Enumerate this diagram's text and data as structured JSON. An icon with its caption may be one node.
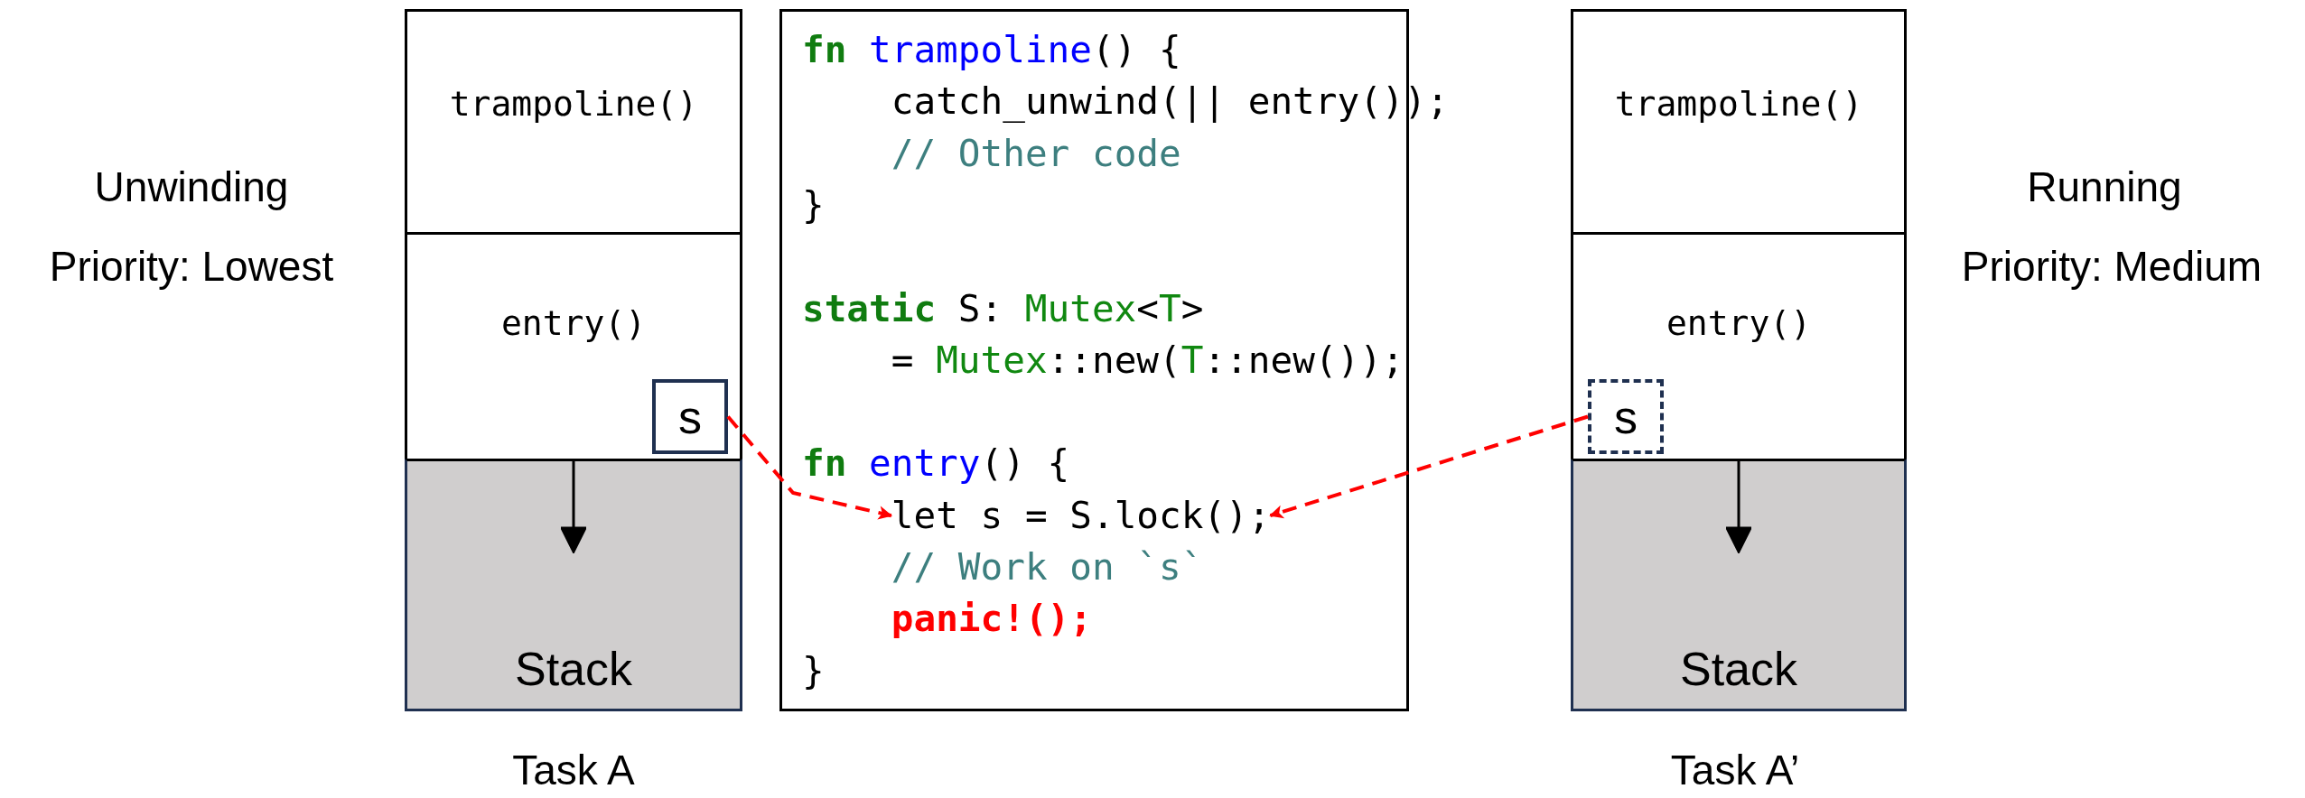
{
  "diagram": {
    "nodes": [
      {
        "text": [
          "trampoline()"
        ]
      },
      {
        "text": [
          "entry()"
        ]
      },
      {
        "text": [
          "s"
        ],
        "in": 1
      },
      {
        "text": [
          "Stack"
        ]
      },
      {
        "text": [
          "fn trampoline() {",
          "catch_unwind(|| entry());",
          "// Other code",
          "}",
          "static S: Mutex<T>",
          "= Mutex::new(T::new());",
          "fn entry() {",
          "// Work on `s`",
          "panic!();",
          "}"
        ]
      },
      {
        "text": [
          "let s = S.lock();"
        ],
        "in": 4
      },
      {
        "text": [
          "trampoline()"
        ]
      },
      {
        "text": [
          "entry()"
        ]
      },
      {
        "text": [
          "s"
        ],
        "in": 7
      },
      {
        "text": [
          "Stack"
        ]
      }
    ],
    "edges": [
      {
        "from": 2,
        "to": 5,
        "arrow": "to",
        "style": "dashed",
        "color": "#ff0000"
      },
      {
        "from": 8,
        "to": 5,
        "arrow": "to",
        "style": "dashed",
        "color": "#ff0000"
      }
    ],
    "labels": [
      "Unwinding",
      "Priority: Lowest",
      "Running",
      "Priority: Medium",
      "Task A",
      "Task A’"
    ]
  }
}
